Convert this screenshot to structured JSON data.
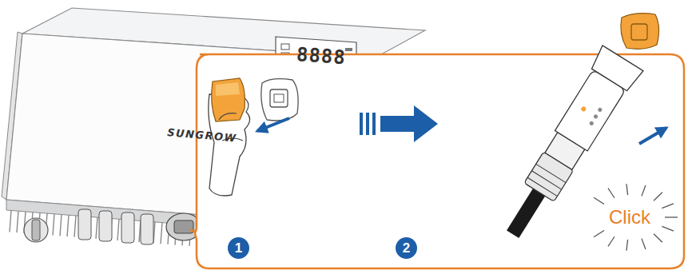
{
  "diagram": {
    "nodes": [
      {
        "text": [
          "1"
        ]
      },
      {
        "text": [
          "2"
        ]
      }
    ],
    "labels": [
      "8888",
      "SUNGROW",
      "Click"
    ]
  }
}
